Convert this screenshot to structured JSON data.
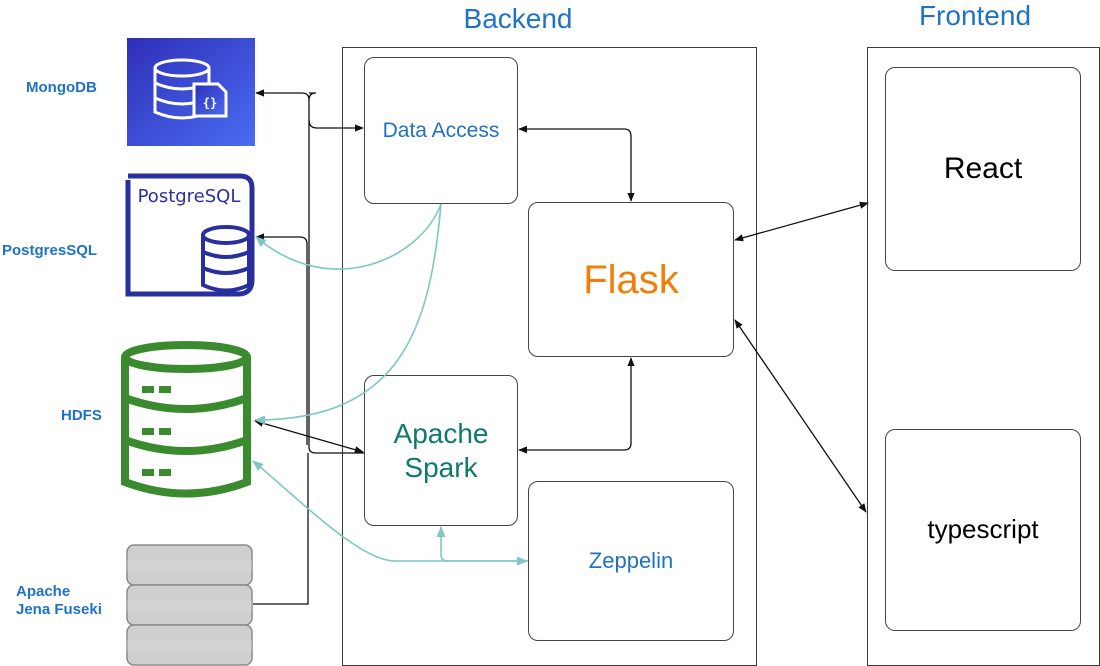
{
  "titles": {
    "backend": "Backend",
    "frontend": "Frontend"
  },
  "backend": {
    "data_access": "Data Access",
    "flask": "Flask",
    "spark": "Apache\nSpark",
    "zeppelin": "Zeppelin"
  },
  "frontend": {
    "react": "React",
    "typescript": "typescript"
  },
  "sources": {
    "mongodb": "MongoDB",
    "postgres": "PostgresSQL",
    "postgres_logo_text": "PostgreSQL",
    "hdfs": "HDFS",
    "jena": "Apache\nJena Fuseki"
  },
  "colors": {
    "title_blue": "#1f72c6",
    "flask_orange": "#f07f09",
    "spark_teal": "#0e7a6b",
    "teal_arrow": "#7dc8c0",
    "hdfs_green": "#3a8a2e",
    "postgres_navy": "#2a2f9e",
    "mongodb_gradient": [
      "#2e2fb8",
      "#4a6cf0"
    ],
    "jena_gray": "#cfcfcf"
  }
}
